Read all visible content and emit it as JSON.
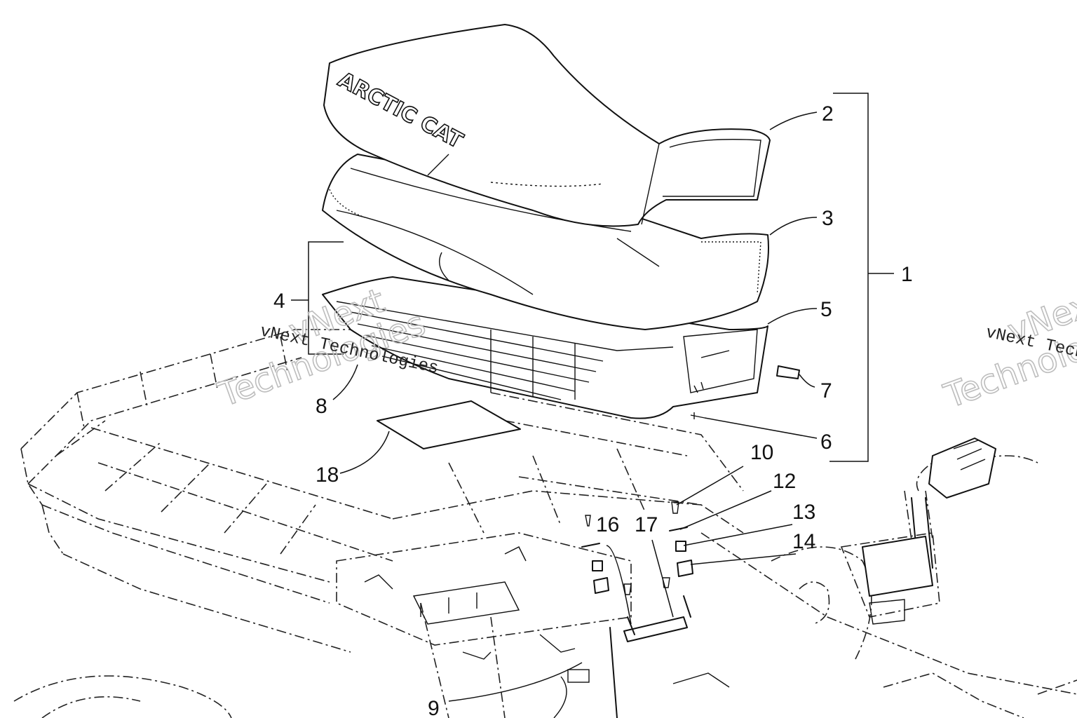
{
  "diagram": {
    "logo_text": "ARCTIC CAT",
    "watermarks": [
      {
        "text": "vNext",
        "style": "outline"
      },
      {
        "text": "Technologies",
        "style": "outline"
      },
      {
        "text": "vNext Technologies",
        "style": "mono"
      },
      {
        "text": "vNext",
        "style": "outline"
      },
      {
        "text": "Technologies",
        "style": "outline"
      },
      {
        "text": "vNext Technologies",
        "style": "mono"
      }
    ],
    "callouts": [
      "1",
      "2",
      "3",
      "4",
      "5",
      "6",
      "7",
      "8",
      "9",
      "10",
      "12",
      "13",
      "14",
      "16",
      "17",
      "18"
    ]
  }
}
